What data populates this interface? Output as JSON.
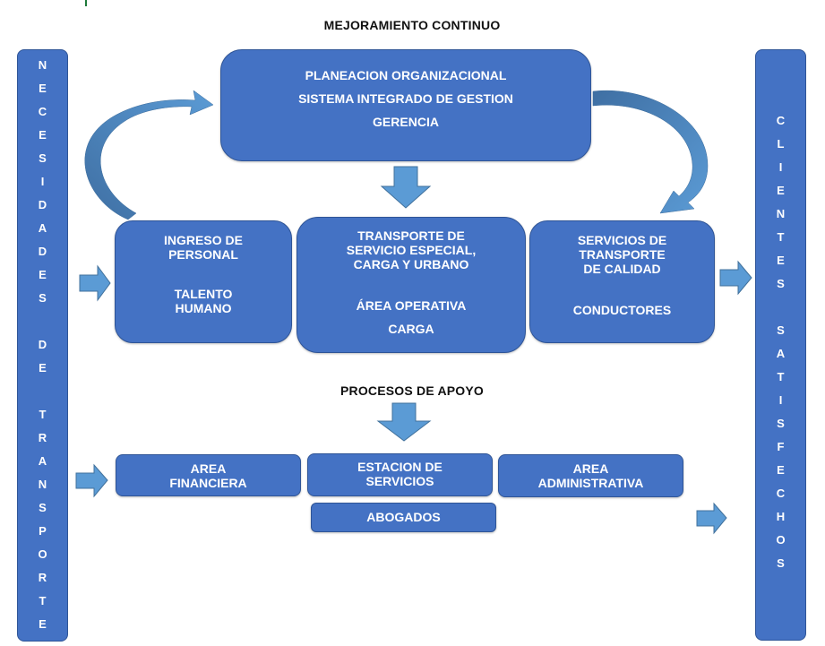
{
  "titles": {
    "top": "MEJORAMIENTO CONTINUO",
    "support": "PROCESOS DE APOYO"
  },
  "left_bar": {
    "label": "NECESIDADES DE TRANSPORTE",
    "letters": [
      "N",
      "E",
      "C",
      "E",
      "S",
      "I",
      "D",
      "A",
      "D",
      "E",
      "S",
      "",
      "D",
      "E",
      "",
      "T",
      "R",
      "A",
      "N",
      "S",
      "P",
      "O",
      "R",
      "T",
      "E"
    ]
  },
  "right_bar": {
    "label": "CLIENTES SATISFECHOS",
    "letters": [
      "C",
      "L",
      "I",
      "E",
      "N",
      "T",
      "E",
      "S",
      "",
      "S",
      "A",
      "T",
      "I",
      "S",
      "F",
      "E",
      "C",
      "H",
      "O",
      "S"
    ]
  },
  "top_box": {
    "lines": [
      "PLANEACION ORGANIZACIONAL",
      "SISTEMA INTEGRADO DE GESTION",
      "GERENCIA"
    ]
  },
  "core_boxes": [
    {
      "heading": [
        "INGRESO DE",
        "PERSONAL"
      ],
      "sub": [
        "TALENTO",
        "HUMANO"
      ]
    },
    {
      "heading": [
        "TRANSPORTE DE",
        "SERVICIO ESPECIAL,",
        "CARGA Y URBANO"
      ],
      "sub": [
        "ÁREA OPERATIVA",
        "CARGA"
      ]
    },
    {
      "heading": [
        "SERVICIOS DE",
        "TRANSPORTE",
        "DE CALIDAD"
      ],
      "sub": [
        "CONDUCTORES"
      ]
    }
  ],
  "support_boxes": [
    {
      "lines": [
        "AREA",
        "FINANCIERA"
      ]
    },
    {
      "lines": [
        "ESTACION DE",
        "SERVICIOS"
      ]
    },
    {
      "lines": [
        "AREA",
        "ADMINISTRATIVA"
      ]
    },
    {
      "lines": [
        "ABOGADOS"
      ]
    }
  ],
  "icons": {
    "arrow": "block-arrow-icon",
    "curved_arrow": "curved-arrow-icon"
  },
  "colors": {
    "box_fill": "#4472c4",
    "box_border": "#2f5597",
    "arrow_fill": "#5b9bd5",
    "curved_arrow_fill": "#4a86c0",
    "text_on_box": "#ffffff",
    "title_text": "#111111"
  }
}
